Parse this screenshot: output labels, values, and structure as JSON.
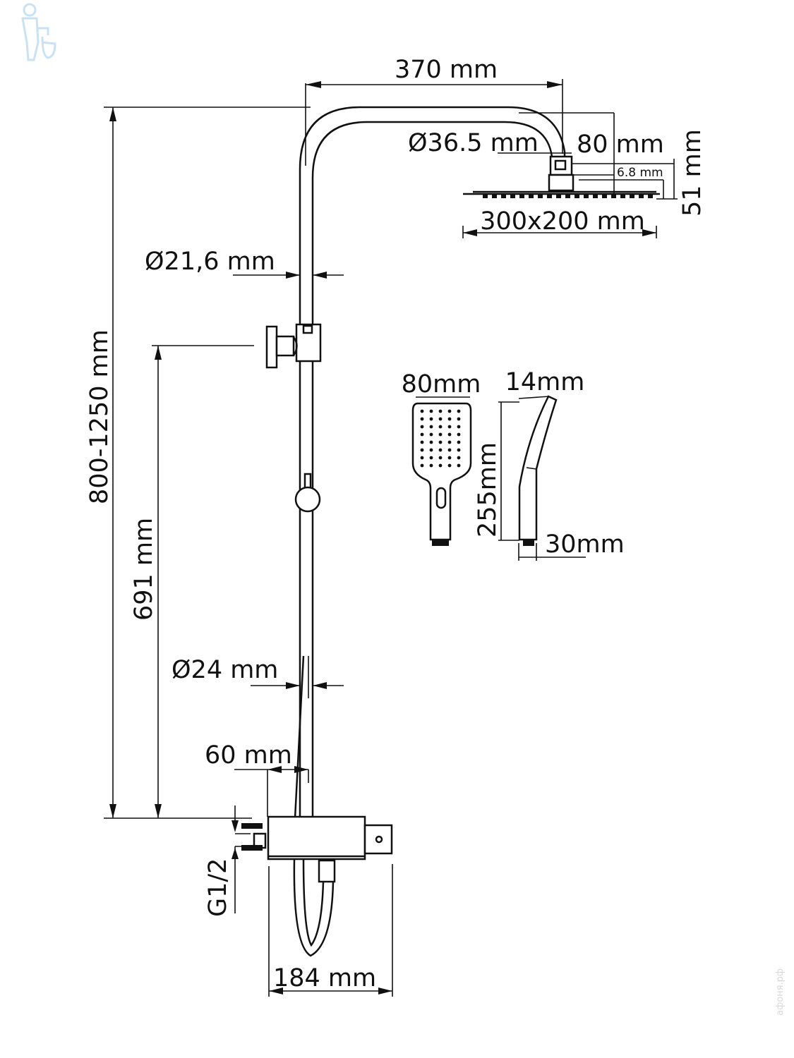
{
  "drawing": {
    "subject": "Shower system dimension drawing",
    "dimensions": {
      "arm_reach": "370 mm",
      "arm_pipe_diameter": "Ø36.5 mm",
      "head_mount_depth": "80 mm",
      "head_connector": "6.8 mm",
      "head_height": "51 mm",
      "head_size": "300x200 mm",
      "upper_pipe_diameter": "Ø21,6 mm",
      "total_height": "800-1250 mm",
      "holder_height": "691 mm",
      "lower_pipe_diameter": "Ø24 mm",
      "wall_offset": "60 mm",
      "inlet_thread": "G1/2",
      "mixer_width": "184 mm"
    },
    "hand_shower": {
      "width": "80mm",
      "thickness": "14mm",
      "length": "255mm",
      "handle_base": "30mm"
    }
  },
  "watermark": {
    "text": "афоня.рф"
  },
  "colors": {
    "line": "#111111",
    "background": "#ffffff",
    "watermark": "#c9e2f3"
  }
}
